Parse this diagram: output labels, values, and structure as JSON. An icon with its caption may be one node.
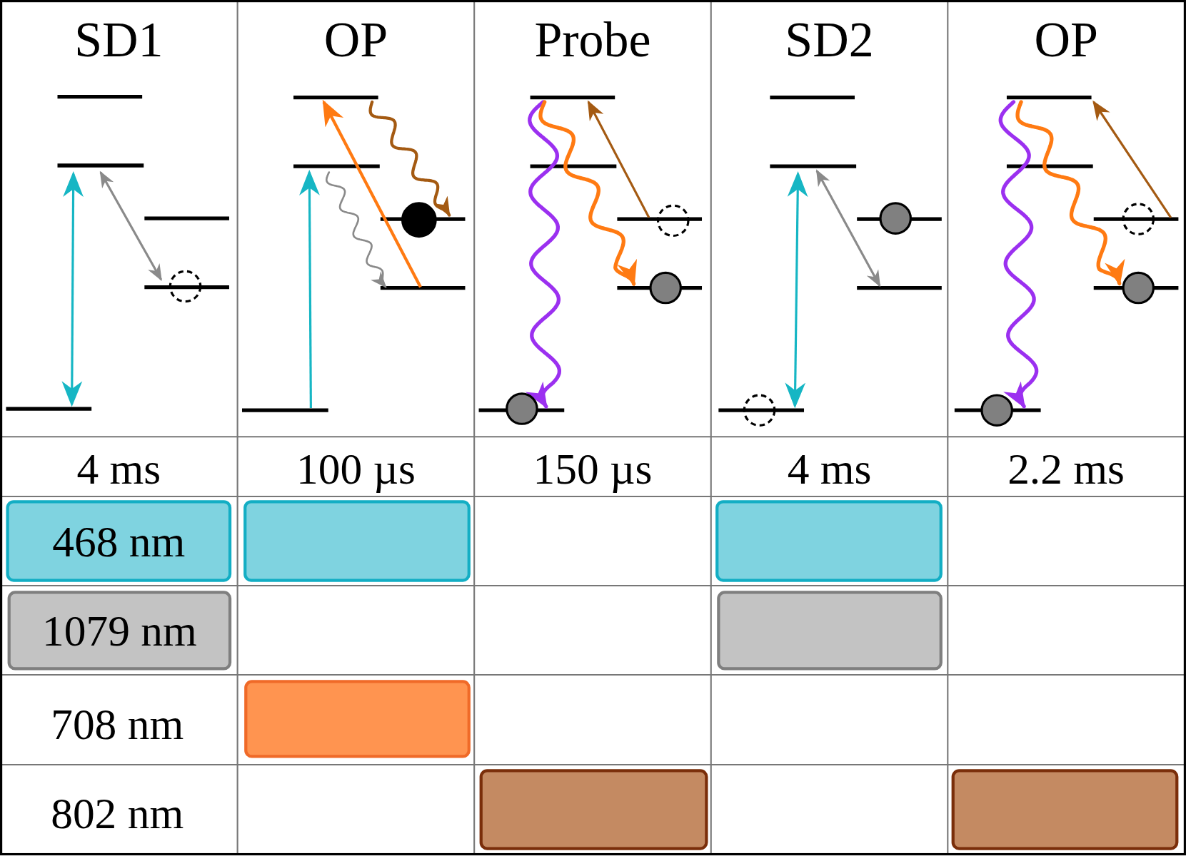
{
  "diagram": {
    "nodes": [
      {
        "text": [
          "468 nm"
        ]
      },
      {
        "text": [],
        "shape": "bar"
      },
      {
        "text": [],
        "shape": "bar"
      },
      {
        "text": [
          "1079 nm"
        ]
      },
      {
        "text": [],
        "shape": "bar"
      },
      {
        "text": [],
        "shape": "bar"
      },
      {
        "text": [],
        "shape": "bar"
      },
      {
        "text": [],
        "shape": "bar"
      }
    ],
    "labels": [
      "SD1",
      "OP",
      "Probe",
      "SD2",
      "OP",
      "4 ms",
      "100 µs",
      "150 µs",
      "4 ms",
      "2.2 ms",
      "708 nm",
      "802 nm"
    ]
  }
}
